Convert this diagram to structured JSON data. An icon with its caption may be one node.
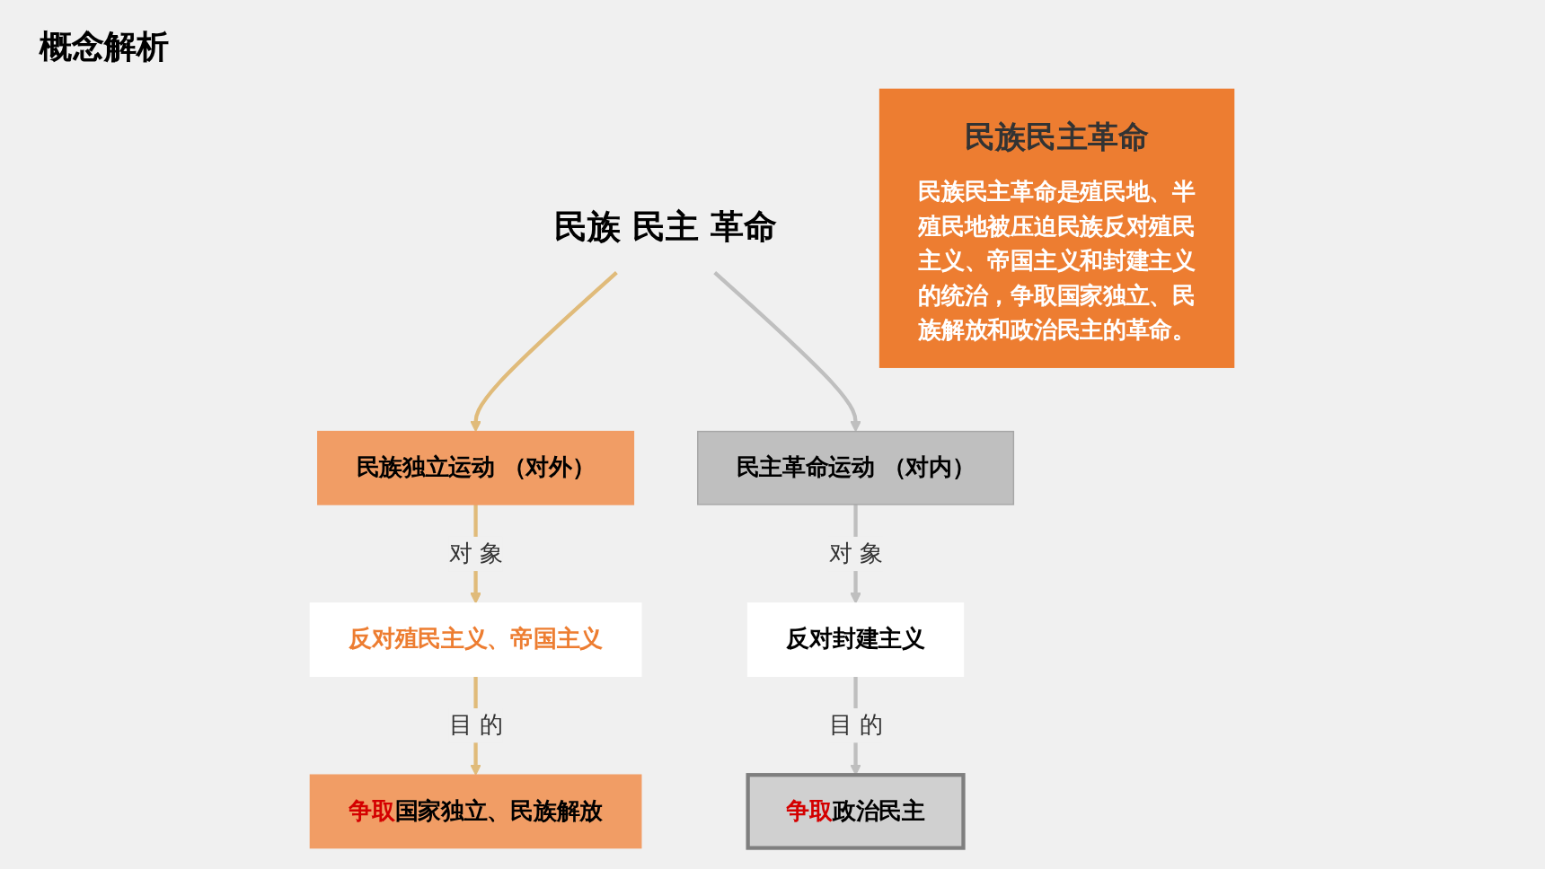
{
  "diagram": {
    "title": "概念解析",
    "nodes": [
      {
        "text": [
          "民族 民主 革命"
        ]
      },
      {
        "text": [
          "民族独立运动 （对外）"
        ]
      },
      {
        "text": [
          "民主革命运动 （对内）"
        ]
      },
      {
        "text": [
          "反对殖民主义、帝国主义"
        ]
      },
      {
        "text": [
          "反对封建主义"
        ]
      },
      {
        "text": [
          "**争取**国家独立、民族解放"
        ]
      },
      {
        "text": [
          "**争取**政治民主"
        ]
      },
      {
        "text": [
          "民族民主革命",
          "民族民主革命是殖民地、半殖民地被压迫民族反对殖民主义、帝国主义和封建主义的统治，争取国家独立、民族解放和政治民主的革命。"
        ]
      }
    ],
    "edges": [
      {
        "from": 0,
        "to": 1,
        "arrow": "to",
        "color": "#e0bb7a"
      },
      {
        "from": 0,
        "to": 2,
        "arrow": "to",
        "color": "#bfbfbf"
      },
      {
        "from": 1,
        "to": 3,
        "arrow": "to",
        "label": "对 象",
        "color": "#e0bb7a"
      },
      {
        "from": 3,
        "to": 5,
        "arrow": "to",
        "label": "目 的",
        "color": "#e0bb7a"
      },
      {
        "from": 2,
        "to": 4,
        "arrow": "to",
        "label": "对 象",
        "color": "#bfbfbf"
      },
      {
        "from": 4,
        "to": 6,
        "arrow": "to",
        "label": "目 的",
        "color": "#bfbfbf"
      }
    ]
  }
}
